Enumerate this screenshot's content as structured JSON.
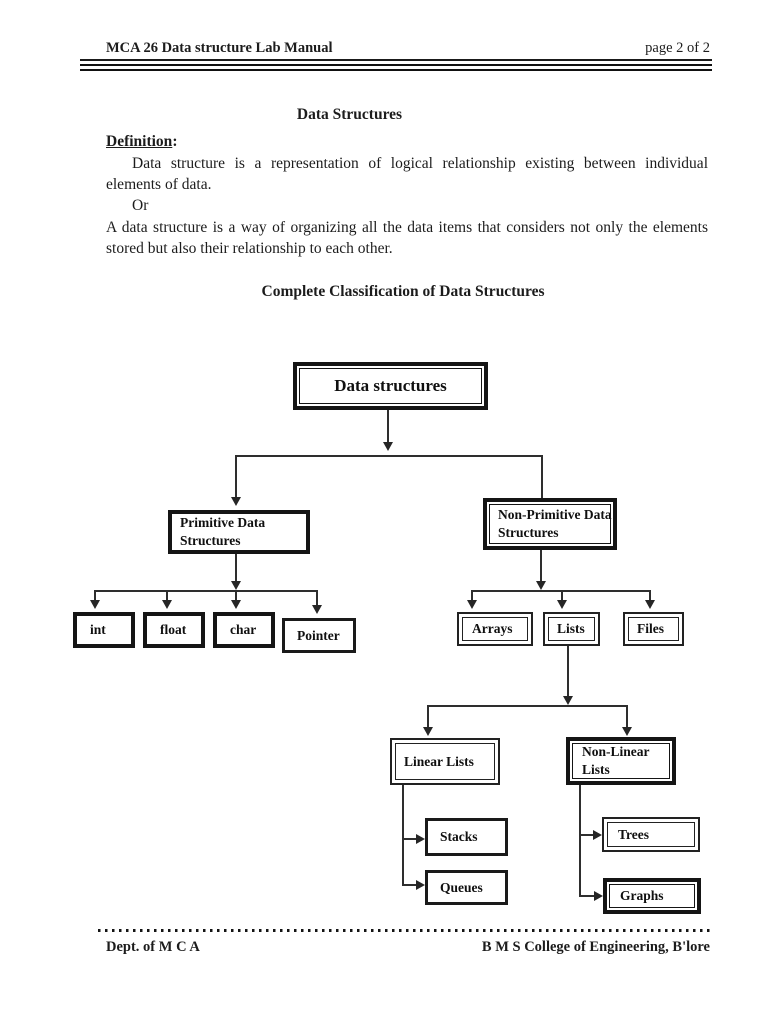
{
  "header": {
    "title": "MCA 26 Data structure Lab Manual",
    "page_label": "page 2 of 2"
  },
  "content": {
    "heading": "Data Structures",
    "definition_word": "Definition",
    "definition_colon": ":",
    "para1": "Data structure is a representation of logical relationship existing between individual elements of data.",
    "or_label": "Or",
    "para2": "A data structure is a way of organizing all the data items that considers not only the elements stored but also their relationship to each other.",
    "diagram_title": "Complete Classification of Data Structures"
  },
  "diagram": {
    "type": "tree",
    "nodes": {
      "root": "Data structures",
      "primitive": "Primitive Data Structures",
      "non_primitive": "Non-Primitive Data Structures",
      "int": "int",
      "float": "float",
      "char": "char",
      "pointer": "Pointer",
      "arrays": "Arrays",
      "lists": "Lists",
      "files": "Files",
      "linear": "Linear Lists",
      "non_linear": "Non-Linear Lists",
      "stacks": "Stacks",
      "queues": "Queues",
      "trees": "Trees",
      "graphs": "Graphs"
    },
    "edges": [
      [
        "Data structures",
        "Primitive Data Structures"
      ],
      [
        "Data structures",
        "Non-Primitive Data Structures"
      ],
      [
        "Primitive Data Structures",
        "int"
      ],
      [
        "Primitive Data Structures",
        "float"
      ],
      [
        "Primitive Data Structures",
        "char"
      ],
      [
        "Primitive Data Structures",
        "Pointer"
      ],
      [
        "Non-Primitive Data Structures",
        "Arrays"
      ],
      [
        "Non-Primitive Data Structures",
        "Lists"
      ],
      [
        "Non-Primitive Data Structures",
        "Files"
      ],
      [
        "Lists",
        "Linear Lists"
      ],
      [
        "Lists",
        "Non-Linear Lists"
      ],
      [
        "Linear Lists",
        "Stacks"
      ],
      [
        "Linear Lists",
        "Queues"
      ],
      [
        "Non-Linear Lists",
        "Trees"
      ],
      [
        "Non-Linear Lists",
        "Graphs"
      ]
    ]
  },
  "footer": {
    "left": "Dept. of M C A",
    "right": "B M S College of Engineering, B'lore"
  },
  "colors": {
    "ink": "#1a1a1a",
    "paper": "#ffffff"
  }
}
